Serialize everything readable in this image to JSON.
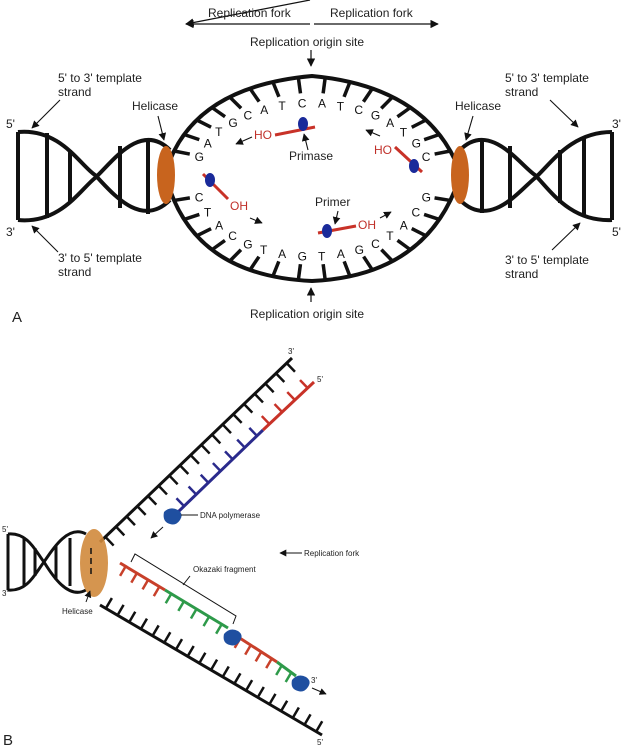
{
  "colors": {
    "strand": "#111111",
    "helicase": "#c8641e",
    "helicase_b": "#d08a3c",
    "primer": "#c83228",
    "primase": "#1a2a9a",
    "leading": "#2a2a8c",
    "okazaki_green": "#2e9a4a",
    "okazaki_red": "#c8402a",
    "polymerase": "#1f4fa0"
  },
  "panelA": {
    "panel_label": "A",
    "fork_left": "Replication fork",
    "fork_right": "Replication fork",
    "origin_top": "Replication origin site",
    "origin_bottom": "Replication origin site",
    "left_top_strand_line1": "5' to 3' template",
    "left_top_strand_line2": "strand",
    "left_bottom_strand_line1": "3' to 5' template",
    "left_bottom_strand_line2": "strand",
    "right_top_strand_line1": "5' to 3' template",
    "right_top_strand_line2": "strand",
    "right_bottom_strand_line1": "3' to 5' template",
    "right_bottom_strand_line2": "strand",
    "left_5": "5'",
    "left_3": "3'",
    "right_3": "3'",
    "right_5": "5'",
    "helicase_left": "Helicase",
    "helicase_right": "Helicase",
    "primase": "Primase",
    "primer": "Primer",
    "ho_top_left": "HO",
    "ho_top_right": "HO",
    "oh_bottom_left": "OH",
    "oh_bottom_right": "OH",
    "top_bases": [
      "G",
      "A",
      "T",
      "G",
      "C",
      "A",
      "T",
      "C",
      "A",
      "T",
      "C",
      "G",
      "A",
      "T",
      "G",
      "C"
    ],
    "bottom_bases": [
      "C",
      "T",
      "A",
      "C",
      "G",
      "T",
      "A",
      "G",
      "T",
      "A",
      "G",
      "C",
      "T",
      "A",
      "C",
      "G"
    ]
  },
  "panelB": {
    "panel_label": "B",
    "top_3": "3'",
    "top_5": "5'",
    "left_5": "5'",
    "left_3": "3'",
    "bottom_3": "3'",
    "bottom_5": "5'",
    "dna_polymerase": "DNA polymerase",
    "replication_fork": "Replication fork",
    "okazaki": "Okazaki  fragment",
    "helicase": "Helicase"
  }
}
